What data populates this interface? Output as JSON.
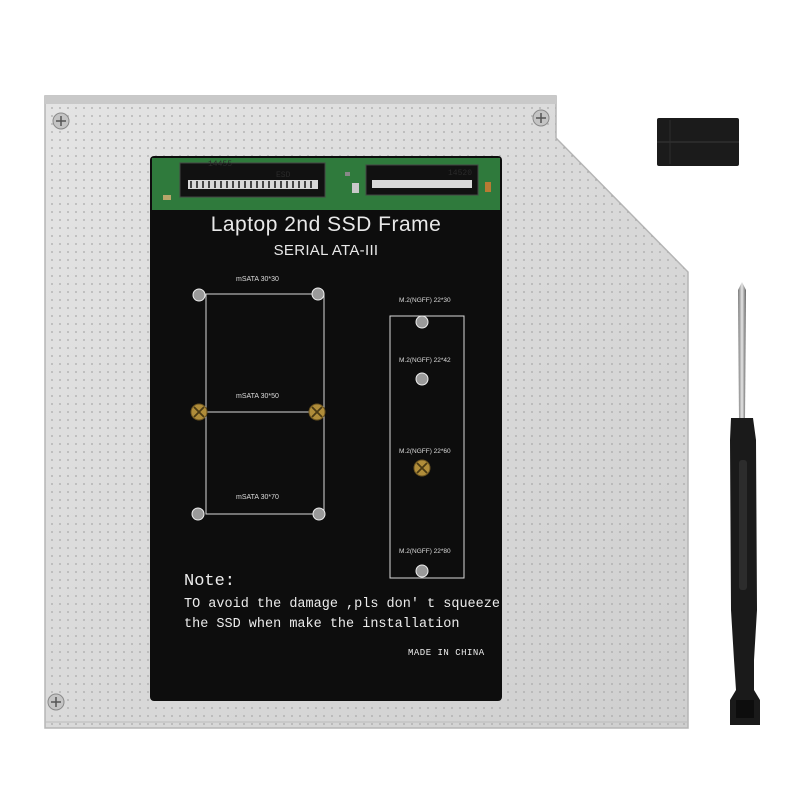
{
  "frame": {
    "title": "Laptop 2nd SSD Frame",
    "subtitle": "SERIAL ATA-III",
    "pcb_left": "14455",
    "pcb_left_sub": "ESD",
    "pcb_right": "14520",
    "msata": [
      "mSATA 30*30",
      "mSATA 30*50",
      "mSATA 30*70"
    ],
    "m2": [
      "M.2(NGFF) 22*30",
      "M.2(NGFF) 22*42",
      "M.2(NGFF) 22*60",
      "M.2(NGFF) 22*80"
    ],
    "note_heading": "Note:",
    "note_line1": "TO avoid the damage ,pls don' t squeeze",
    "note_line2": "the SSD when make the installation",
    "made_in": "MADE IN CHINA"
  },
  "colors": {
    "caddy": "#d9d9d9",
    "board": "#0d0d0d",
    "pcb": "#2f7a3c",
    "screwdriver": "#1a1a1a"
  }
}
